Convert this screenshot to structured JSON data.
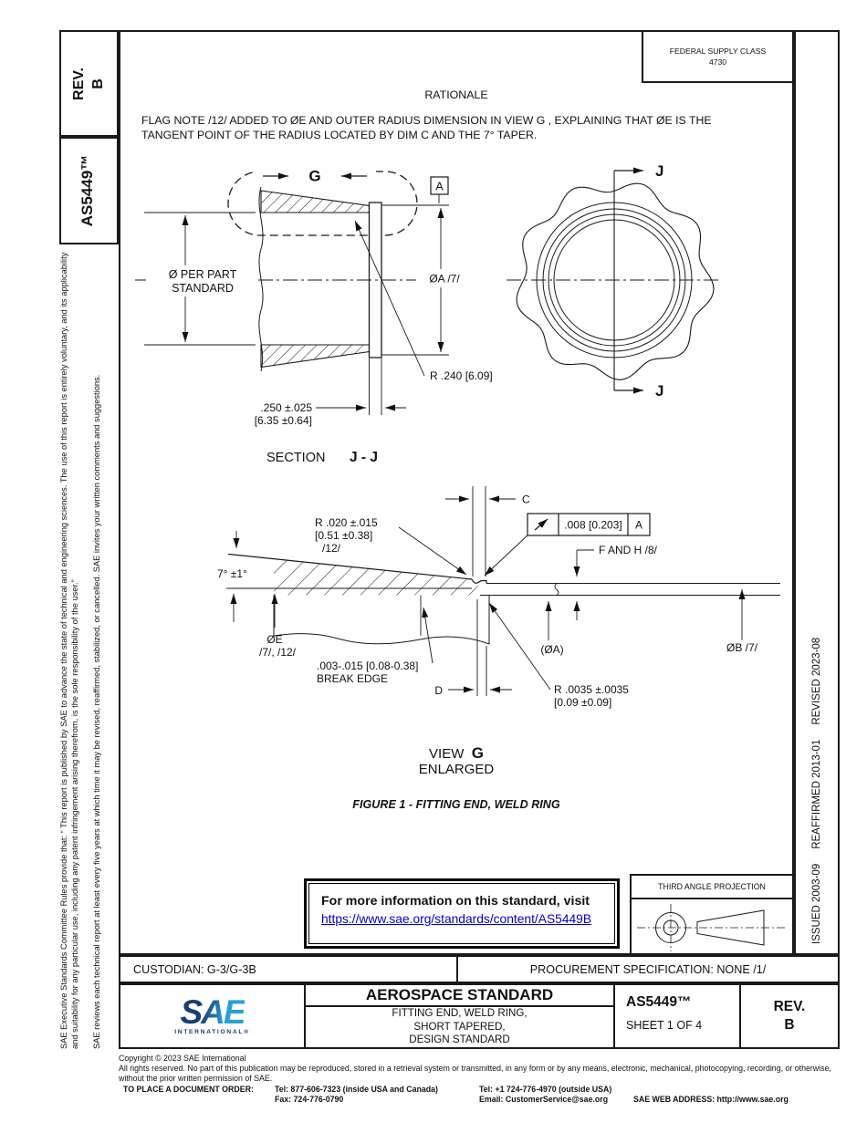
{
  "left_sidebar": {
    "rev_line1": "REV.",
    "rev_line2": "B",
    "doc_number": "AS5449™",
    "legal_para_1": "SAE Executive Standards Committee Rules provide that: “ This report is published by SAE to advance the state of technical and engineering sciences. The use of this report is entirely voluntary, and its applicability and suitability for any particular use, including any patent infringement arising therefrom, is the sole responsibility of the user.”",
    "legal_para_2": "SAE reviews each technical report at least every five years at which time it may be revised, reaffirmed, stabilized, or cancelled. SAE invites your written comments and suggestions."
  },
  "right_sidebar": {
    "revision_history": "ISSUED 2003-09     REAFFIRMED 2013-01     REVISED 2023-08"
  },
  "header": {
    "federal_supply_class_label": "FEDERAL SUPPLY CLASS",
    "federal_supply_class_value": "4730",
    "rationale_title": "RATIONALE",
    "rationale_body": "FLAG NOTE /12/ ADDED TO ØE AND OUTER RADIUS DIMENSION IN VIEW G , EXPLAINING THAT ØE IS THE TANGENT POINT OF THE RADIUS LOCATED BY DIM C AND THE 7° TAPER."
  },
  "section_jj": {
    "view_letter": "G",
    "datum_label": "A",
    "dim_part_standard_1": "Ø PER PART",
    "dim_part_standard_2": "STANDARD",
    "dim_dia_a": "ØA /7/",
    "dim_radius": "R .240 [6.09]",
    "dim_width_in": ".250 ±.025",
    "dim_width_mm": "[6.35 ±0.64]",
    "caption_prefix": "SECTION",
    "caption_letters": "J - J"
  },
  "view_jj_circle": {
    "cut_label_top": "J",
    "cut_label_bottom": "J"
  },
  "view_g": {
    "dim_c": "C",
    "radius_tip_in": "R .020 ±.015",
    "radius_tip_mm": "[0.51 ±0.38]",
    "radius_tip_flag": "/12/",
    "fcf_value": ".008 [0.203]",
    "fcf_datum": "A",
    "wall_label": "F AND H /8/",
    "angle_label": "7° ±1°",
    "dia_e_label": "ØE",
    "dia_e_flags": "/7/, /12/",
    "break_edge_dim": ".003-.015 [0.08-0.38]",
    "break_edge_label": "BREAK EDGE",
    "dim_d": "D",
    "dia_a_ref": "(ØA)",
    "dia_b": "ØB /7/",
    "radius_lip_in": "R .0035 ±.0035",
    "radius_lip_mm": "[0.09 ±0.09]",
    "caption_view": "VIEW",
    "caption_letter": "G",
    "caption_enlarged": "ENLARGED"
  },
  "figure_caption": "FIGURE 1 - FITTING END, WELD RING",
  "info_box": {
    "line": "For more information on this standard, visit",
    "url": "https://www.sae.org/standards/content/AS5449B"
  },
  "projection_box": {
    "title": "THIRD ANGLE PROJECTION"
  },
  "custodian_row": {
    "custodian": "CUSTODIAN: G-3/G-3B",
    "procurement": "PROCUREMENT SPECIFICATION: NONE /1/"
  },
  "title_block": {
    "logo_text": "SAE",
    "logo_subtext": "INTERNATIONAL®",
    "doc_type": "AEROSPACE STANDARD",
    "subtitle_1": "FITTING END, WELD RING,",
    "subtitle_2": "SHORT TAPERED,",
    "subtitle_3": "DESIGN STANDARD",
    "doc_number": "AS5449™",
    "sheet": "SHEET 1 OF 4",
    "rev_label": "REV.",
    "rev_value": "B"
  },
  "footer": {
    "copyright": "Copyright © 2023 SAE International",
    "rights_line": "All rights reserved. No part of this publication may be reproduced, stored in a retrieval system or transmitted, in any form or by any means, electronic, mechanical, photocopying, recording, or otherwise, without the prior written permission of SAE.",
    "order_label": "TO PLACE A DOCUMENT ORDER:",
    "tel_inside": "Tel: 877-606-7323 (inside USA and Canada)",
    "tel_outside": "Tel: +1 724-776-4970 (outside USA)",
    "fax": "Fax: 724-776-0790",
    "email": "Email: CustomerService@sae.org",
    "web": "SAE WEB ADDRESS: http://www.sae.org"
  }
}
